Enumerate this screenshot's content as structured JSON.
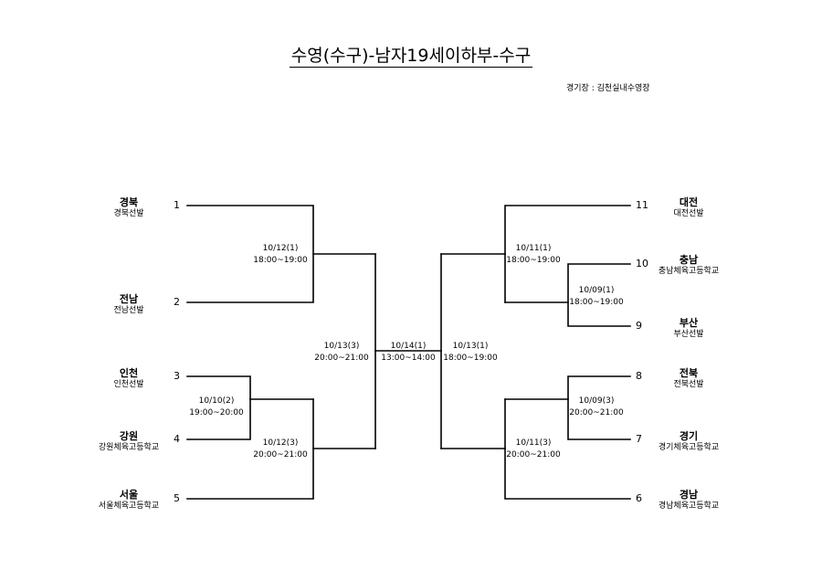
{
  "title": "수영(수구)-남자19세이하부-수구",
  "venue": "경기장 : 김천실내수영장",
  "teams": [
    {
      "seed": "1",
      "name": "경북",
      "sub": "경북선발"
    },
    {
      "seed": "2",
      "name": "전남",
      "sub": "전남선발"
    },
    {
      "seed": "3",
      "name": "인천",
      "sub": "인천선발"
    },
    {
      "seed": "4",
      "name": "강원",
      "sub": "강원체육고등학교"
    },
    {
      "seed": "5",
      "name": "서울",
      "sub": "서울체육고등학교"
    },
    {
      "seed": "11",
      "name": "대전",
      "sub": "대전선발"
    },
    {
      "seed": "10",
      "name": "충남",
      "sub": "충남체육고등학교"
    },
    {
      "seed": "9",
      "name": "부산",
      "sub": "부산선발"
    },
    {
      "seed": "8",
      "name": "전북",
      "sub": "전북선발"
    },
    {
      "seed": "7",
      "name": "경기",
      "sub": "경기체육고등학교"
    },
    {
      "seed": "6",
      "name": "경남",
      "sub": "경남체육고등학교"
    }
  ],
  "matches": [
    {
      "date": "10/12(1)",
      "time": "18:00~19:00"
    },
    {
      "date": "10/10(2)",
      "time": "19:00~20:00"
    },
    {
      "date": "10/12(3)",
      "time": "20:00~21:00"
    },
    {
      "date": "10/13(3)",
      "time": "20:00~21:00"
    },
    {
      "date": "10/14(1)",
      "time": "13:00~14:00"
    },
    {
      "date": "10/13(1)",
      "time": "18:00~19:00"
    },
    {
      "date": "10/11(1)",
      "time": "18:00~19:00"
    },
    {
      "date": "10/09(1)",
      "time": "18:00~19:00"
    },
    {
      "date": "10/09(3)",
      "time": "20:00~21:00"
    },
    {
      "date": "10/11(3)",
      "time": "20:00~21:00"
    }
  ]
}
